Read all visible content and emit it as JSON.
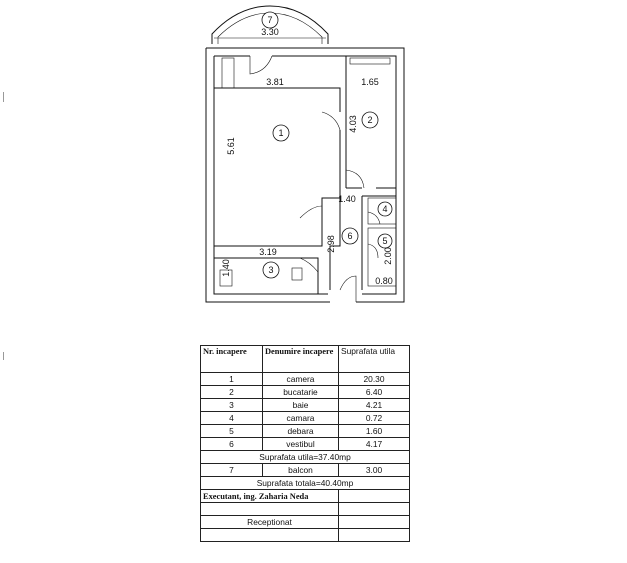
{
  "plan": {
    "rooms": [
      {
        "num": "1"
      },
      {
        "num": "2"
      },
      {
        "num": "3"
      },
      {
        "num": "4"
      },
      {
        "num": "5"
      },
      {
        "num": "6"
      },
      {
        "num": "7"
      }
    ],
    "dimensions": {
      "d_330": "3.30",
      "d_381": "3.81",
      "d_165": "1.65",
      "d_561": "5.61",
      "d_403": "4.03",
      "d_140a": "1.40",
      "d_298": "2.98",
      "d_319": "3.19",
      "d_140b": "1.40",
      "d_200": "2.00",
      "d_080": "0.80"
    }
  },
  "table": {
    "headers": {
      "nr": "Nr. incapere",
      "name": "Denumire incapere",
      "area": "Suprafata utila"
    },
    "rows": [
      {
        "nr": "1",
        "name": "camera",
        "area": "20.30"
      },
      {
        "nr": "2",
        "name": "bucatarie",
        "area": "6.40"
      },
      {
        "nr": "3",
        "name": "baie",
        "area": "4.21"
      },
      {
        "nr": "4",
        "name": "camara",
        "area": "0.72"
      },
      {
        "nr": "5",
        "name": "debara",
        "area": "1.60"
      },
      {
        "nr": "6",
        "name": "vestibul",
        "area": "4.17"
      }
    ],
    "useful_total": "Suprafata utila=37.40mp",
    "balcony": {
      "nr": "7",
      "name": "balcon",
      "area": "3.00"
    },
    "grand_total": "Suprafata totala=40.40mp",
    "executant": "Executant, ing. Zaharia Neda",
    "receptionat": "Receptionat"
  }
}
